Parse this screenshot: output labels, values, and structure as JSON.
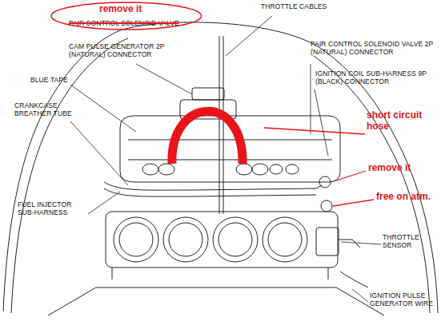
{
  "diagram": {
    "nodes": [
      {
        "text": [
          "remove it",
          "PAIR CONTROL SOLENOID VALVE"
        ]
      }
    ],
    "labels": [
      "THROTTLE CABLES",
      "CAM PULSE GENERATOR 2P (NATURAL) CONNECTOR",
      "PAIR CONTROL SOLENOID VALVE 2P (NATURAL) CONNECTOR",
      "IGNITION COIL SUB-HARNESS 9P (BLACK) CONNECTOR",
      "BLUE TAPE",
      "CRANKCASE BREATHER TUBE",
      "short circuit hose",
      "remove it",
      "free on atm.",
      "FUEL INJECTOR SUB-HARNESS",
      "THROTTLE SENSOR",
      "IGNITION PULSE GENERATOR WIRE"
    ]
  }
}
